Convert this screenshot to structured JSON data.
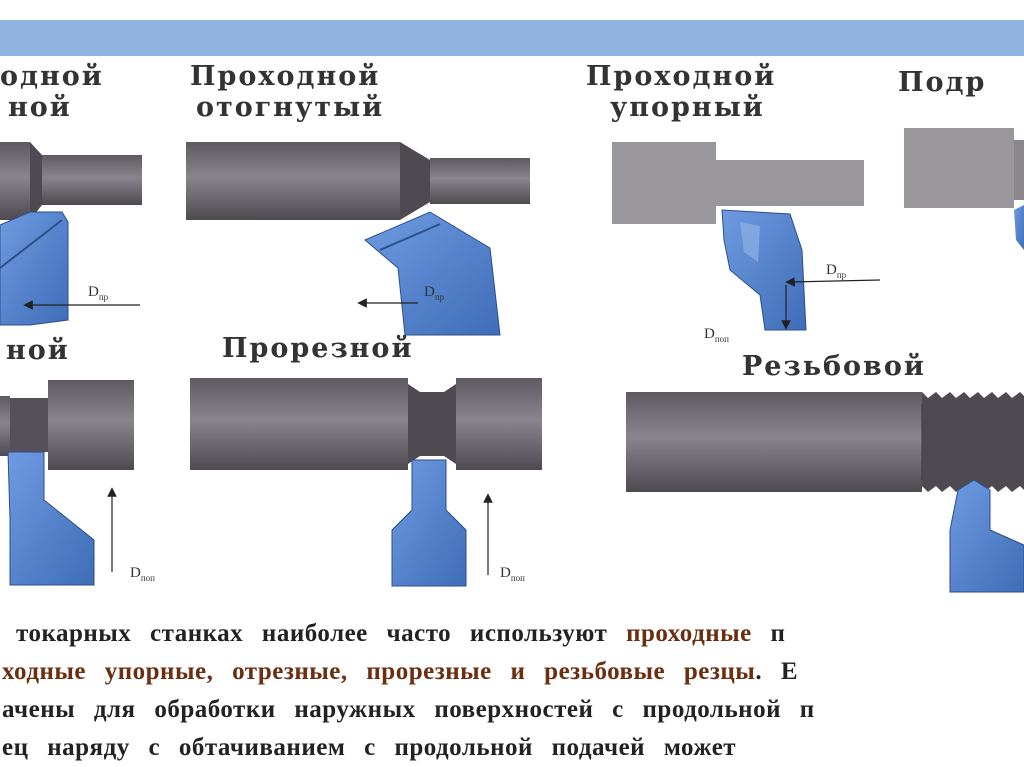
{
  "labels": {
    "tl1": "одной",
    "tl2": "ной",
    "otog1": "Проходной",
    "otog2": "отогнутый",
    "upor1": "Проходной",
    "upor2": "упорный",
    "podr": "Подр",
    "otrez": "ной",
    "prorez": "Прорезной",
    "rezb": "Резьбовой"
  },
  "dims": {
    "d1": "D",
    "d1sub": "пр",
    "d2": "D",
    "d2sub": "пр",
    "d3": "D",
    "d3sub": "пр",
    "d4": "D",
    "d4sub": "поп",
    "d5": "D",
    "d5sub": "поп",
    "d6": "D",
    "d6sub": "поп"
  },
  "text": {
    "line1a": "токарных станках наиболее часто используют ",
    "line1b": "проходные",
    "line1c": " п",
    "line2a": "ходные упорные, отрезные, прорезные и резьбовые резцы",
    "line2b": ". Е",
    "line3": "ачены для обработки наружных поверхностей с продольной п",
    "line4": "ец наряду с обтачиванием с продольной подачей может"
  },
  "colors": {
    "bar": "#8fb3de",
    "workpiece": "#6f6a70",
    "tool": "#4f7fc7",
    "highlight": "#6b2e10"
  }
}
